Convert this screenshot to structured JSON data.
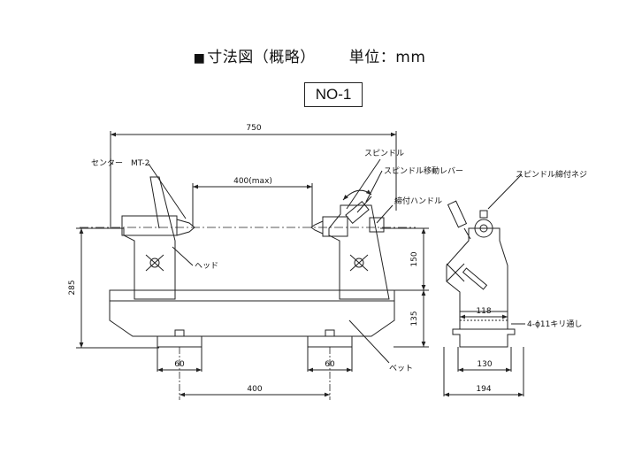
{
  "header": {
    "bullet": "■",
    "title": "寸法図（概略）",
    "unit": "単位：mm"
  },
  "model": "NO-1",
  "dimensions": {
    "overall_length": "750",
    "max_distance": "400(max)",
    "height_total": "285",
    "height_upper": "150",
    "height_lower": "135",
    "foot_left": "60",
    "foot_right": "60",
    "foot_spacing": "400",
    "side_inner_width": "118",
    "side_foot_width": "130",
    "side_base_width": "194"
  },
  "labels": {
    "center": "センター　MT-2",
    "spindle": "スピンドル",
    "spindle_lever": "スピンドル移動レバー",
    "clamp_handle": "締付ハンドル",
    "head": "ヘッド",
    "bed": "ベット",
    "spindle_screw": "スピンドル締付ネジ",
    "holes": "4-ϕ11キリ通し"
  }
}
